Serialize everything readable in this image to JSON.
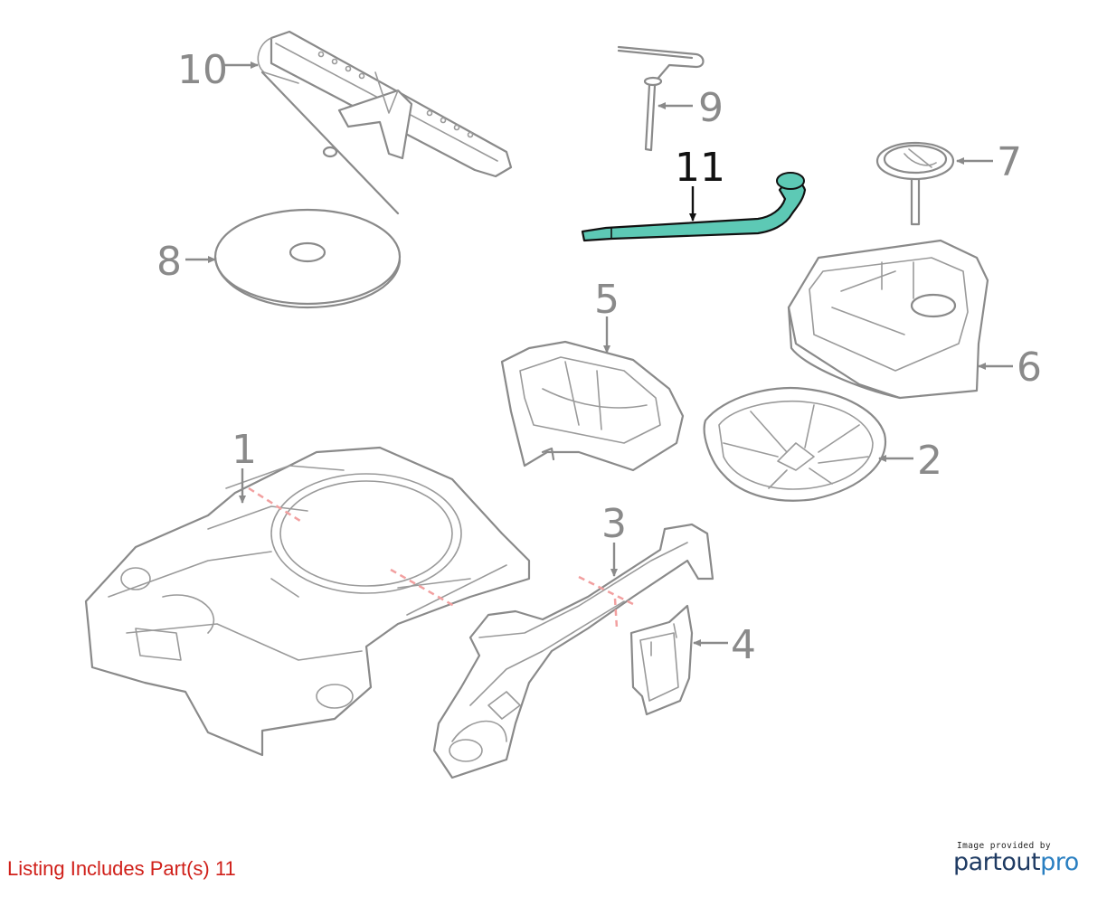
{
  "diagram": {
    "highlight_color": "#5dc9b5",
    "callouts": [
      {
        "id": "1",
        "label": "1",
        "highlighted": false
      },
      {
        "id": "2",
        "label": "2",
        "highlighted": false
      },
      {
        "id": "3",
        "label": "3",
        "highlighted": false
      },
      {
        "id": "4",
        "label": "4",
        "highlighted": false
      },
      {
        "id": "5",
        "label": "5",
        "highlighted": false
      },
      {
        "id": "6",
        "label": "6",
        "highlighted": false
      },
      {
        "id": "7",
        "label": "7",
        "highlighted": false
      },
      {
        "id": "8",
        "label": "8",
        "highlighted": false
      },
      {
        "id": "9",
        "label": "9",
        "highlighted": false
      },
      {
        "id": "10",
        "label": "10",
        "highlighted": false
      },
      {
        "id": "11",
        "label": "11",
        "highlighted": true
      }
    ]
  },
  "footer": {
    "listing_note": "Listing Includes Part(s) 11",
    "listing_color": "#d0201a",
    "provider_caption": "Image provided by",
    "provider_logo_part1": "partout",
    "provider_logo_part2": "pro"
  }
}
